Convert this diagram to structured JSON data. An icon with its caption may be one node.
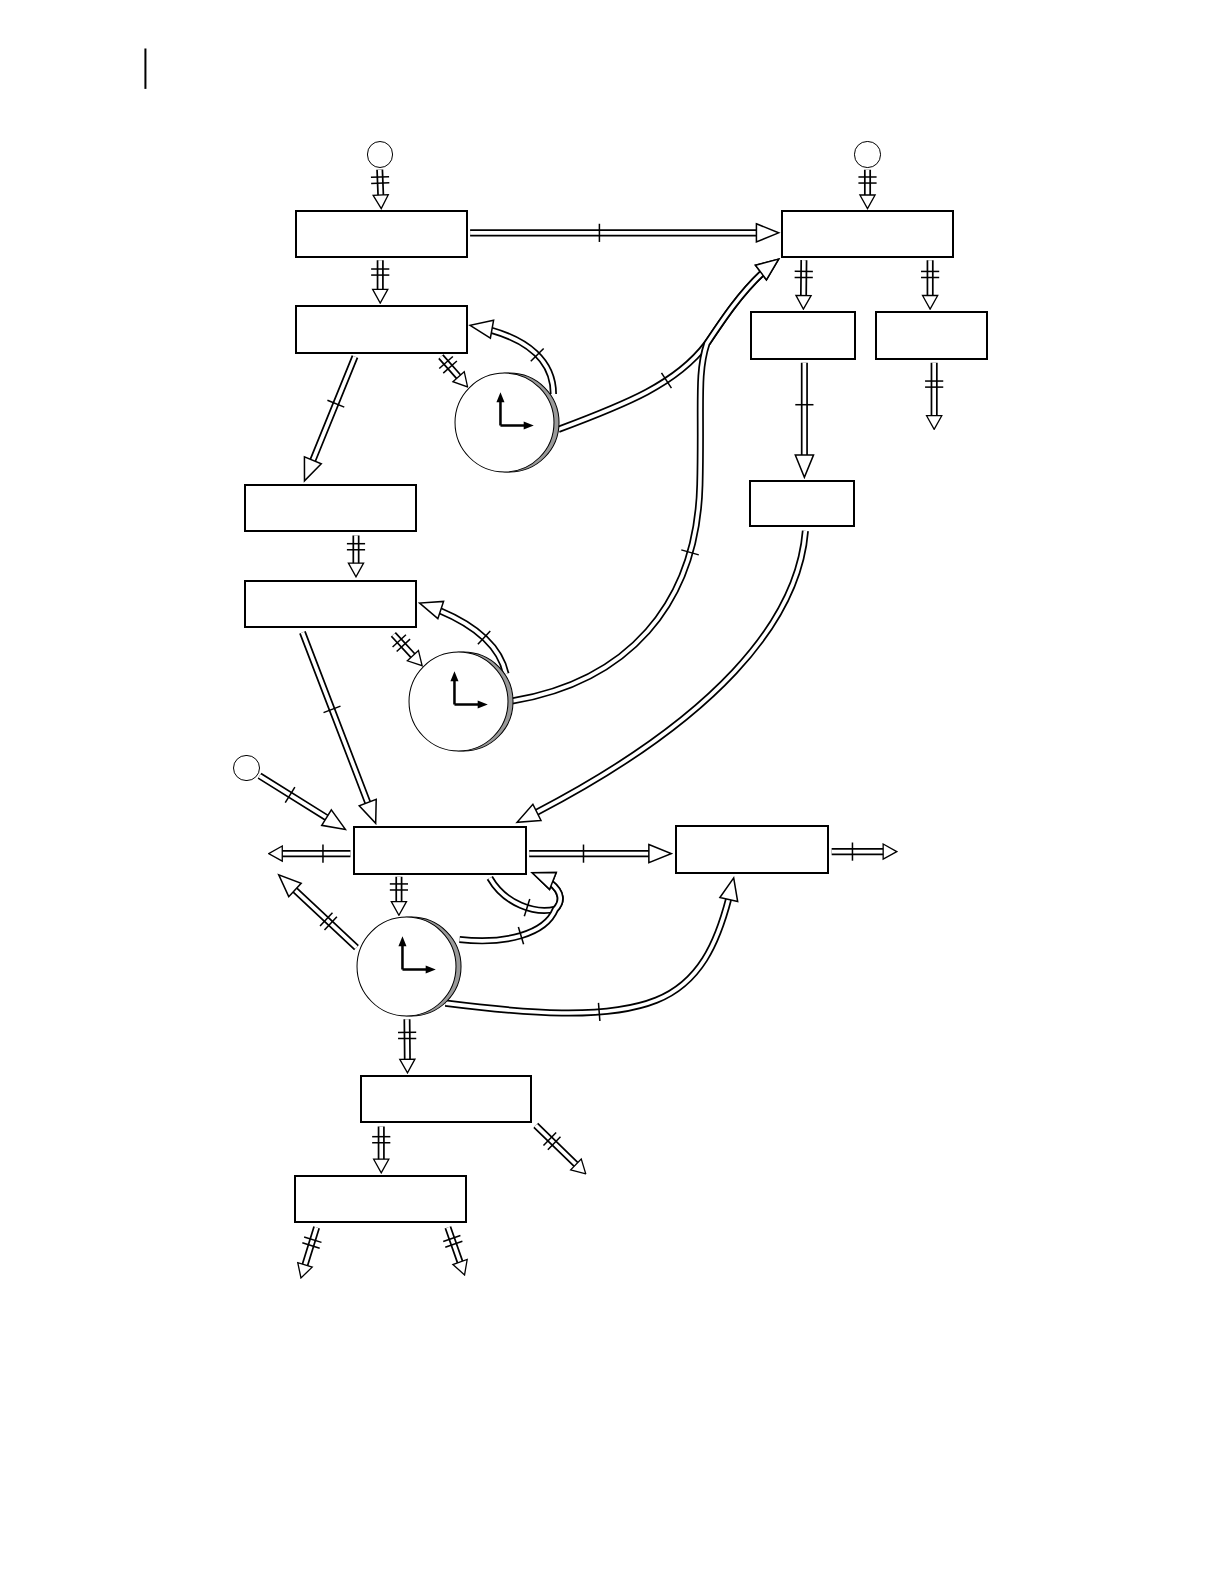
{
  "diagram": {
    "nodes": [
      {
        "text": [],
        "shape": "circle"
      },
      {
        "text": [],
        "shape": "circle"
      },
      {
        "text": [],
        "shape": "box"
      },
      {
        "text": [],
        "shape": "box"
      },
      {
        "text": [],
        "shape": "box"
      },
      {
        "text": [],
        "shape": "box"
      },
      {
        "text": [],
        "shape": "box"
      },
      {
        "text": [],
        "shape": "clock"
      },
      {
        "text": [],
        "shape": "box"
      },
      {
        "text": [],
        "shape": "box"
      },
      {
        "text": [],
        "shape": "box"
      },
      {
        "text": [],
        "shape": "clock"
      },
      {
        "text": [],
        "shape": "circle"
      },
      {
        "text": [],
        "shape": "box"
      },
      {
        "text": [],
        "shape": "box"
      },
      {
        "text": [],
        "shape": "clock"
      },
      {
        "text": [],
        "shape": "box"
      },
      {
        "text": [],
        "shape": "box"
      }
    ],
    "edges": [
      {
        "from": 0,
        "to": 2,
        "arrow": "to"
      },
      {
        "from": 1,
        "to": 3,
        "arrow": "to"
      },
      {
        "from": 2,
        "to": 3,
        "arrow": "to"
      },
      {
        "from": 2,
        "to": 4,
        "arrow": "to"
      },
      {
        "from": 4,
        "to": 7,
        "arrow": "to"
      },
      {
        "from": 7,
        "to": 4,
        "arrow": "to"
      },
      {
        "from": 7,
        "to": 3,
        "arrow": "to"
      },
      {
        "from": 4,
        "to": 8,
        "arrow": "to"
      },
      {
        "from": 3,
        "to": 5,
        "arrow": "to"
      },
      {
        "from": 3,
        "to": 6,
        "arrow": "to"
      },
      {
        "from": 6,
        "to": null,
        "arrow": "to"
      },
      {
        "from": 5,
        "to": 9,
        "arrow": "to"
      },
      {
        "from": 8,
        "to": 10,
        "arrow": "to"
      },
      {
        "from": 10,
        "to": 11,
        "arrow": "to"
      },
      {
        "from": 11,
        "to": 10,
        "arrow": "to"
      },
      {
        "from": 11,
        "to": 3,
        "arrow": "to"
      },
      {
        "from": 9,
        "to": 13,
        "arrow": "to"
      },
      {
        "from": 10,
        "to": 13,
        "arrow": "to"
      },
      {
        "from": 12,
        "to": 13,
        "arrow": "to"
      },
      {
        "from": 13,
        "to": null,
        "arrow": "to"
      },
      {
        "from": 13,
        "to": 14,
        "arrow": "to"
      },
      {
        "from": 14,
        "to": null,
        "arrow": "to"
      },
      {
        "from": 13,
        "to": 15,
        "arrow": "to"
      },
      {
        "from": 13,
        "to": 13,
        "arrow": "to"
      },
      {
        "from": 15,
        "to": 13,
        "arrow": "to"
      },
      {
        "from": 15,
        "to": null,
        "arrow": "to"
      },
      {
        "from": 15,
        "to": 14,
        "arrow": "to"
      },
      {
        "from": 15,
        "to": 16,
        "arrow": "to"
      },
      {
        "from": 16,
        "to": null,
        "arrow": "to"
      },
      {
        "from": 16,
        "to": 17,
        "arrow": "to"
      },
      {
        "from": 17,
        "to": null,
        "arrow": "to"
      },
      {
        "from": 17,
        "to": null,
        "arrow": "to"
      }
    ]
  }
}
